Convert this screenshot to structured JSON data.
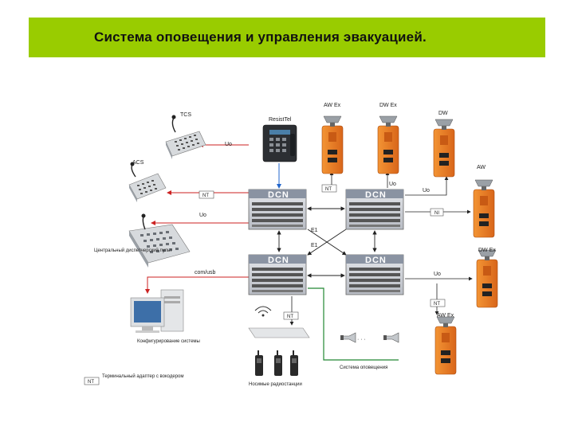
{
  "title": "Система оповещения и управления эвакуацией.",
  "colors": {
    "title_bg": "#99cc00",
    "red_line": "#cc2222",
    "blue_line": "#2266cc",
    "green_line": "#228833",
    "black_line": "#222222",
    "speaker_orange": "#e8781e"
  },
  "devices": {
    "tcs": "TCS",
    "acs": "ACS",
    "resisttel": "ResistTel",
    "central_console": "Центральный диспетчерский пульт",
    "config": "Конфигурирование системы",
    "radios": "Носимые радиостанции",
    "notification_system": "Система оповещения"
  },
  "speakers": {
    "aw_ex_top": "AW Ex",
    "dw_ex_top": "DW Ex",
    "dw_top": "DW",
    "aw_right": "AW",
    "dw_ex_right": "DW Ex",
    "aw_ex_bottom": "AW Ex"
  },
  "dcn_label": "DCN",
  "links": {
    "uo": "Uo",
    "nt": "NT",
    "ni": "NI",
    "e1": "E1",
    "com_usb": "com/usb",
    "dots": "· · ·"
  },
  "legend": {
    "nt_box": "NT",
    "nt_desc": "Терминальный адаптер с вокодером"
  }
}
